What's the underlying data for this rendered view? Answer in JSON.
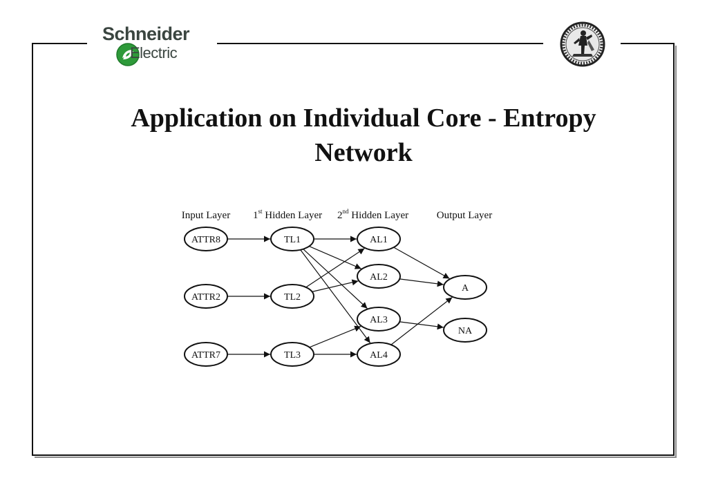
{
  "logo": {
    "brand_line1": "Schneider",
    "brand_line2": "Electric",
    "brand_color": "#2e9a3a"
  },
  "university_seal": {
    "icon": "university-seal-icon"
  },
  "title": "Application on Individual Core - Entropy Network",
  "diagram": {
    "layers": [
      {
        "label": "Input Layer"
      },
      {
        "label": "1st Hidden Layer",
        "num": "1",
        "sup": "st",
        "rest": " Hidden Layer"
      },
      {
        "label": "2nd Hidden Layer",
        "num": "2",
        "sup": "nd",
        "rest": " Hidden Layer"
      },
      {
        "label": "Output Layer"
      }
    ],
    "nodes": {
      "input": [
        "ATTR8",
        "ATTR2",
        "ATTR7"
      ],
      "hidden1": [
        "TL1",
        "TL2",
        "TL3"
      ],
      "hidden2": [
        "AL1",
        "AL2",
        "AL3",
        "AL4"
      ],
      "output": [
        "A",
        "NA"
      ]
    },
    "edges": [
      [
        "ATTR8",
        "TL1"
      ],
      [
        "ATTR2",
        "TL2"
      ],
      [
        "ATTR7",
        "TL3"
      ],
      [
        "TL1",
        "AL1"
      ],
      [
        "TL1",
        "AL2"
      ],
      [
        "TL1",
        "AL3"
      ],
      [
        "TL1",
        "AL4"
      ],
      [
        "TL2",
        "AL1"
      ],
      [
        "TL2",
        "AL2"
      ],
      [
        "TL3",
        "AL3"
      ],
      [
        "TL3",
        "AL4"
      ],
      [
        "AL1",
        "A"
      ],
      [
        "AL2",
        "A"
      ],
      [
        "AL4",
        "A"
      ],
      [
        "AL3",
        "NA"
      ]
    ]
  }
}
